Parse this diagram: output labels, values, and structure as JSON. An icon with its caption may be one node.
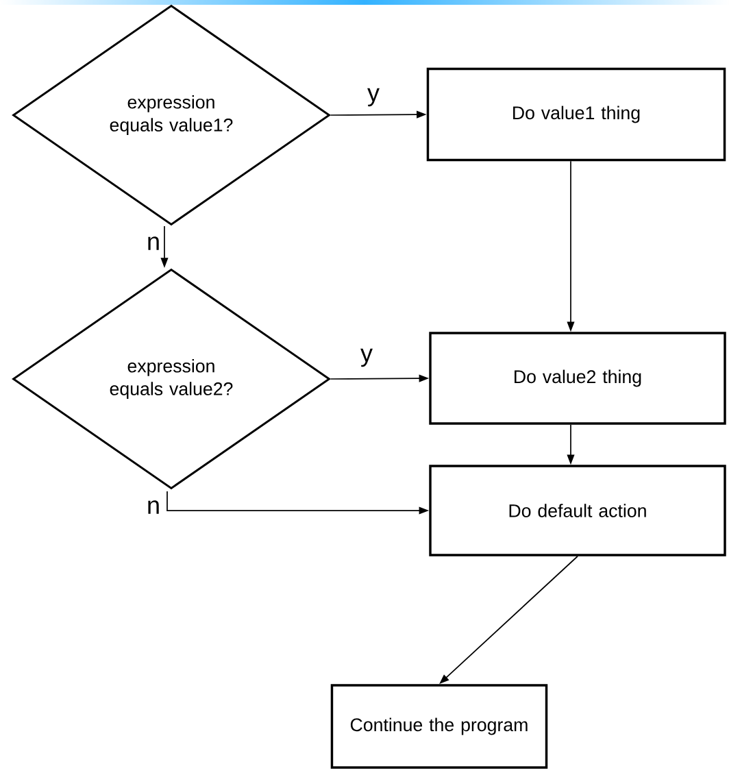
{
  "diagram": {
    "nodes": [
      {
        "text": [
          "expression equals value1?"
        ]
      },
      {
        "text": [
          "Do value1 thing"
        ]
      },
      {
        "text": [
          "expression equals value2?"
        ]
      },
      {
        "text": [
          "Do value2 thing"
        ]
      },
      {
        "text": [
          "Do default action"
        ]
      },
      {
        "text": [
          "Continue the program"
        ]
      }
    ],
    "edges": [
      {
        "from": 0,
        "to": 1,
        "arrow": "to",
        "label": "y"
      },
      {
        "from": 0,
        "to": 2,
        "arrow": "to",
        "label": "n"
      },
      {
        "from": 2,
        "to": 3,
        "arrow": "to",
        "label": "y"
      },
      {
        "from": 1,
        "to": 3,
        "arrow": "to"
      },
      {
        "from": 3,
        "to": 4,
        "arrow": "to"
      },
      {
        "from": 2,
        "to": 4,
        "arrow": "to",
        "label": "n"
      },
      {
        "from": 4,
        "to": 5,
        "arrow": "to"
      }
    ]
  }
}
